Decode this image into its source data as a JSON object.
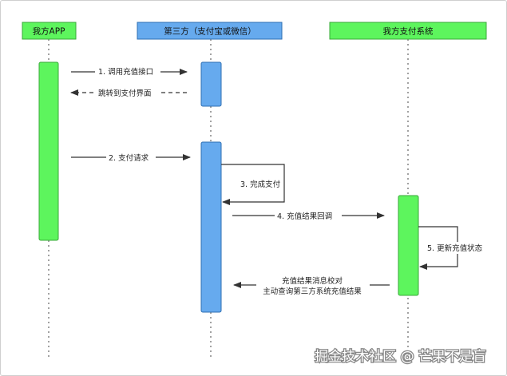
{
  "participants": {
    "app": "我方APP",
    "third_party": "第三方（支付宝或微信）",
    "system": "我方支付系统"
  },
  "messages": {
    "m1": "1. 调用充值接口",
    "m1_return": "跳转到支付界面",
    "m2": "2. 支付请求",
    "m3": "3. 完成支付",
    "m4": "4. 充值结果回调",
    "m5": "5. 更新充值状态",
    "m6_line1": "充值结果消息校对",
    "m6_line2": "主动查询第三方系统充值结果"
  },
  "watermark": "掘金技术社区 @ 芒果不是盲",
  "colors": {
    "green": "#5df55d",
    "green_border": "#3aa83a",
    "blue": "#66aaee",
    "blue_border": "#2e6fb3",
    "line": "#333333"
  }
}
